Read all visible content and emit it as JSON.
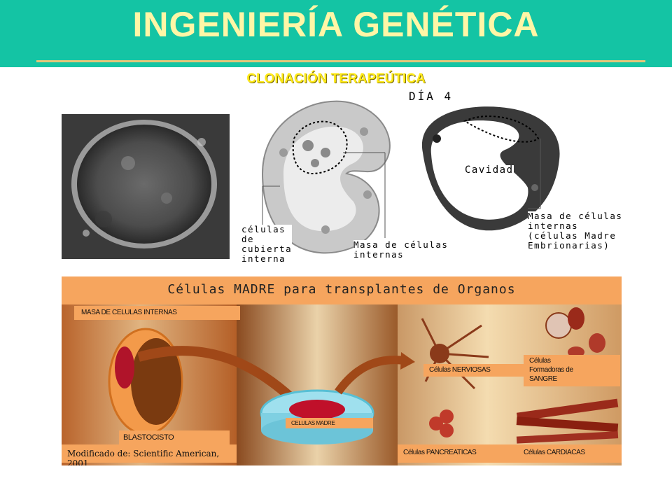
{
  "slide": {
    "title": "INGENIERÍA GENÉTICA",
    "subtitle": "CLONACIÓN TERAPEÚTICA"
  },
  "top_figure": {
    "day_label": "DÍA 4",
    "labels": {
      "covering_cells": "células\nde\ncubierta\ninterna",
      "inner_mass_mid": "Masa de células\ninternas",
      "cavity": "Cavidad",
      "inner_mass_right": "Masa de células\ninternas\n(células Madre\nEmbrionarias)"
    }
  },
  "panel": {
    "title": "Células MADRE para transplantes de Organos",
    "inner_cells": "MASA DE CELULAS INTERNAS",
    "blastocyst": "BLASTOCISTO",
    "credit": "Modificado de: Scientific American, 2001",
    "stem_cells_dish": "CELULAS MADRE",
    "nerve_cells": "Células NERVIOSAS",
    "blood_cells": "Células\nFormadoras de\nSANGRE",
    "pancreatic_cells": "Células PANCREATICAS",
    "cardiac_cells": "Células CARDIACAS"
  },
  "colors": {
    "header_bg": "#14c4a4",
    "title": "#fff6a6",
    "subtitle": "#ffea18",
    "panel_label_bg": "#f6a55e"
  }
}
